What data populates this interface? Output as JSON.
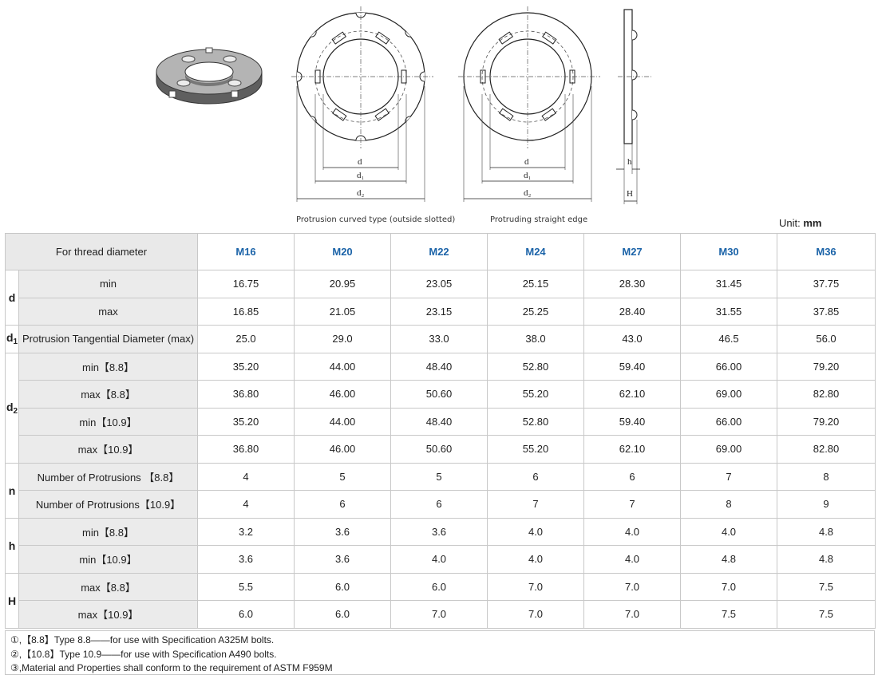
{
  "figure": {
    "caption_curved": "Protrusion curved type (outside slotted)",
    "caption_straight": "Protruding straight edge",
    "dim_labels": {
      "d": "d",
      "d1": "d₁",
      "d2": "d₂",
      "h": "h",
      "H": "H"
    }
  },
  "unit": {
    "label": "Unit:",
    "value": "mm"
  },
  "table": {
    "header_label": "For thread diameter",
    "sizes": [
      "M16",
      "M20",
      "M22",
      "M24",
      "M27",
      "M30",
      "M36"
    ],
    "groups": [
      {
        "symbol": "d",
        "sub": "",
        "rows": [
          {
            "label": "min",
            "values": [
              "16.75",
              "20.95",
              "23.05",
              "25.15",
              "28.30",
              "31.45",
              "37.75"
            ]
          },
          {
            "label": "max",
            "values": [
              "16.85",
              "21.05",
              "23.15",
              "25.25",
              "28.40",
              "31.55",
              "37.85"
            ]
          }
        ]
      },
      {
        "symbol": "d",
        "sub": "1",
        "rows": [
          {
            "label": "Protrusion Tangential Diameter (max)",
            "values": [
              "25.0",
              "29.0",
              "33.0",
              "38.0",
              "43.0",
              "46.5",
              "56.0"
            ]
          }
        ]
      },
      {
        "symbol": "d",
        "sub": "2",
        "rows": [
          {
            "label": "min【8.8】",
            "values": [
              "35.20",
              "44.00",
              "48.40",
              "52.80",
              "59.40",
              "66.00",
              "79.20"
            ]
          },
          {
            "label": "max【8.8】",
            "values": [
              "36.80",
              "46.00",
              "50.60",
              "55.20",
              "62.10",
              "69.00",
              "82.80"
            ]
          },
          {
            "label": "min【10.9】",
            "values": [
              "35.20",
              "44.00",
              "48.40",
              "52.80",
              "59.40",
              "66.00",
              "79.20"
            ]
          },
          {
            "label": "max【10.9】",
            "values": [
              "36.80",
              "46.00",
              "50.60",
              "55.20",
              "62.10",
              "69.00",
              "82.80"
            ]
          }
        ]
      },
      {
        "symbol": "n",
        "sub": "",
        "rows": [
          {
            "label": "Number of Protrusions 【8.8】",
            "values": [
              "4",
              "5",
              "5",
              "6",
              "6",
              "7",
              "8"
            ]
          },
          {
            "label": "Number of Protrusions【10.9】",
            "values": [
              "4",
              "6",
              "6",
              "7",
              "7",
              "8",
              "9"
            ]
          }
        ]
      },
      {
        "symbol": "h",
        "sub": "",
        "rows": [
          {
            "label": "min【8.8】",
            "values": [
              "3.2",
              "3.6",
              "3.6",
              "4.0",
              "4.0",
              "4.0",
              "4.8"
            ]
          },
          {
            "label": "min【10.9】",
            "values": [
              "3.6",
              "3.6",
              "4.0",
              "4.0",
              "4.0",
              "4.8",
              "4.8"
            ]
          }
        ]
      },
      {
        "symbol": "H",
        "sub": "",
        "rows": [
          {
            "label": "max【8.8】",
            "values": [
              "5.5",
              "6.0",
              "6.0",
              "7.0",
              "7.0",
              "7.0",
              "7.5"
            ]
          },
          {
            "label": "max【10.9】",
            "values": [
              "6.0",
              "6.0",
              "7.0",
              "7.0",
              "7.0",
              "7.5",
              "7.5"
            ]
          }
        ]
      }
    ]
  },
  "notes": [
    "①,【8.8】Type 8.8——for use with Specification A325M bolts.",
    "②,【10.8】Type 10.9——for use with Specification A490 bolts.",
    "③,Material and Properties shall conform to the requirement of ASTM F959M"
  ]
}
